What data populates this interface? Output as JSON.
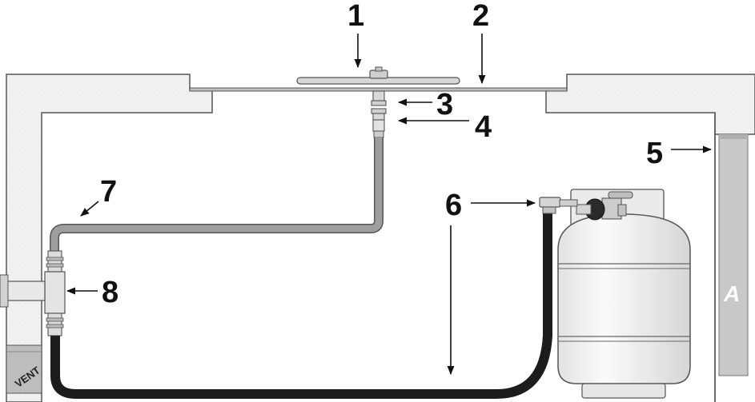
{
  "diagram": {
    "callouts": [
      {
        "id": "1",
        "label": "1"
      },
      {
        "id": "2",
        "label": "2"
      },
      {
        "id": "3",
        "label": "3"
      },
      {
        "id": "4",
        "label": "4"
      },
      {
        "id": "5",
        "label": "5"
      },
      {
        "id": "6",
        "label": "6"
      },
      {
        "id": "7",
        "label": "7"
      },
      {
        "id": "8",
        "label": "8"
      }
    ],
    "vent_label": "VENT",
    "panel_letter": "A",
    "colors": {
      "enclosure_fill": "#f1f1f1",
      "enclosure_stroke": "#555555",
      "gas_line": "#9e9e9e",
      "hose": "#1c1c1c",
      "tank": "#f4f4f4",
      "panel": "#c8c8c8"
    }
  }
}
